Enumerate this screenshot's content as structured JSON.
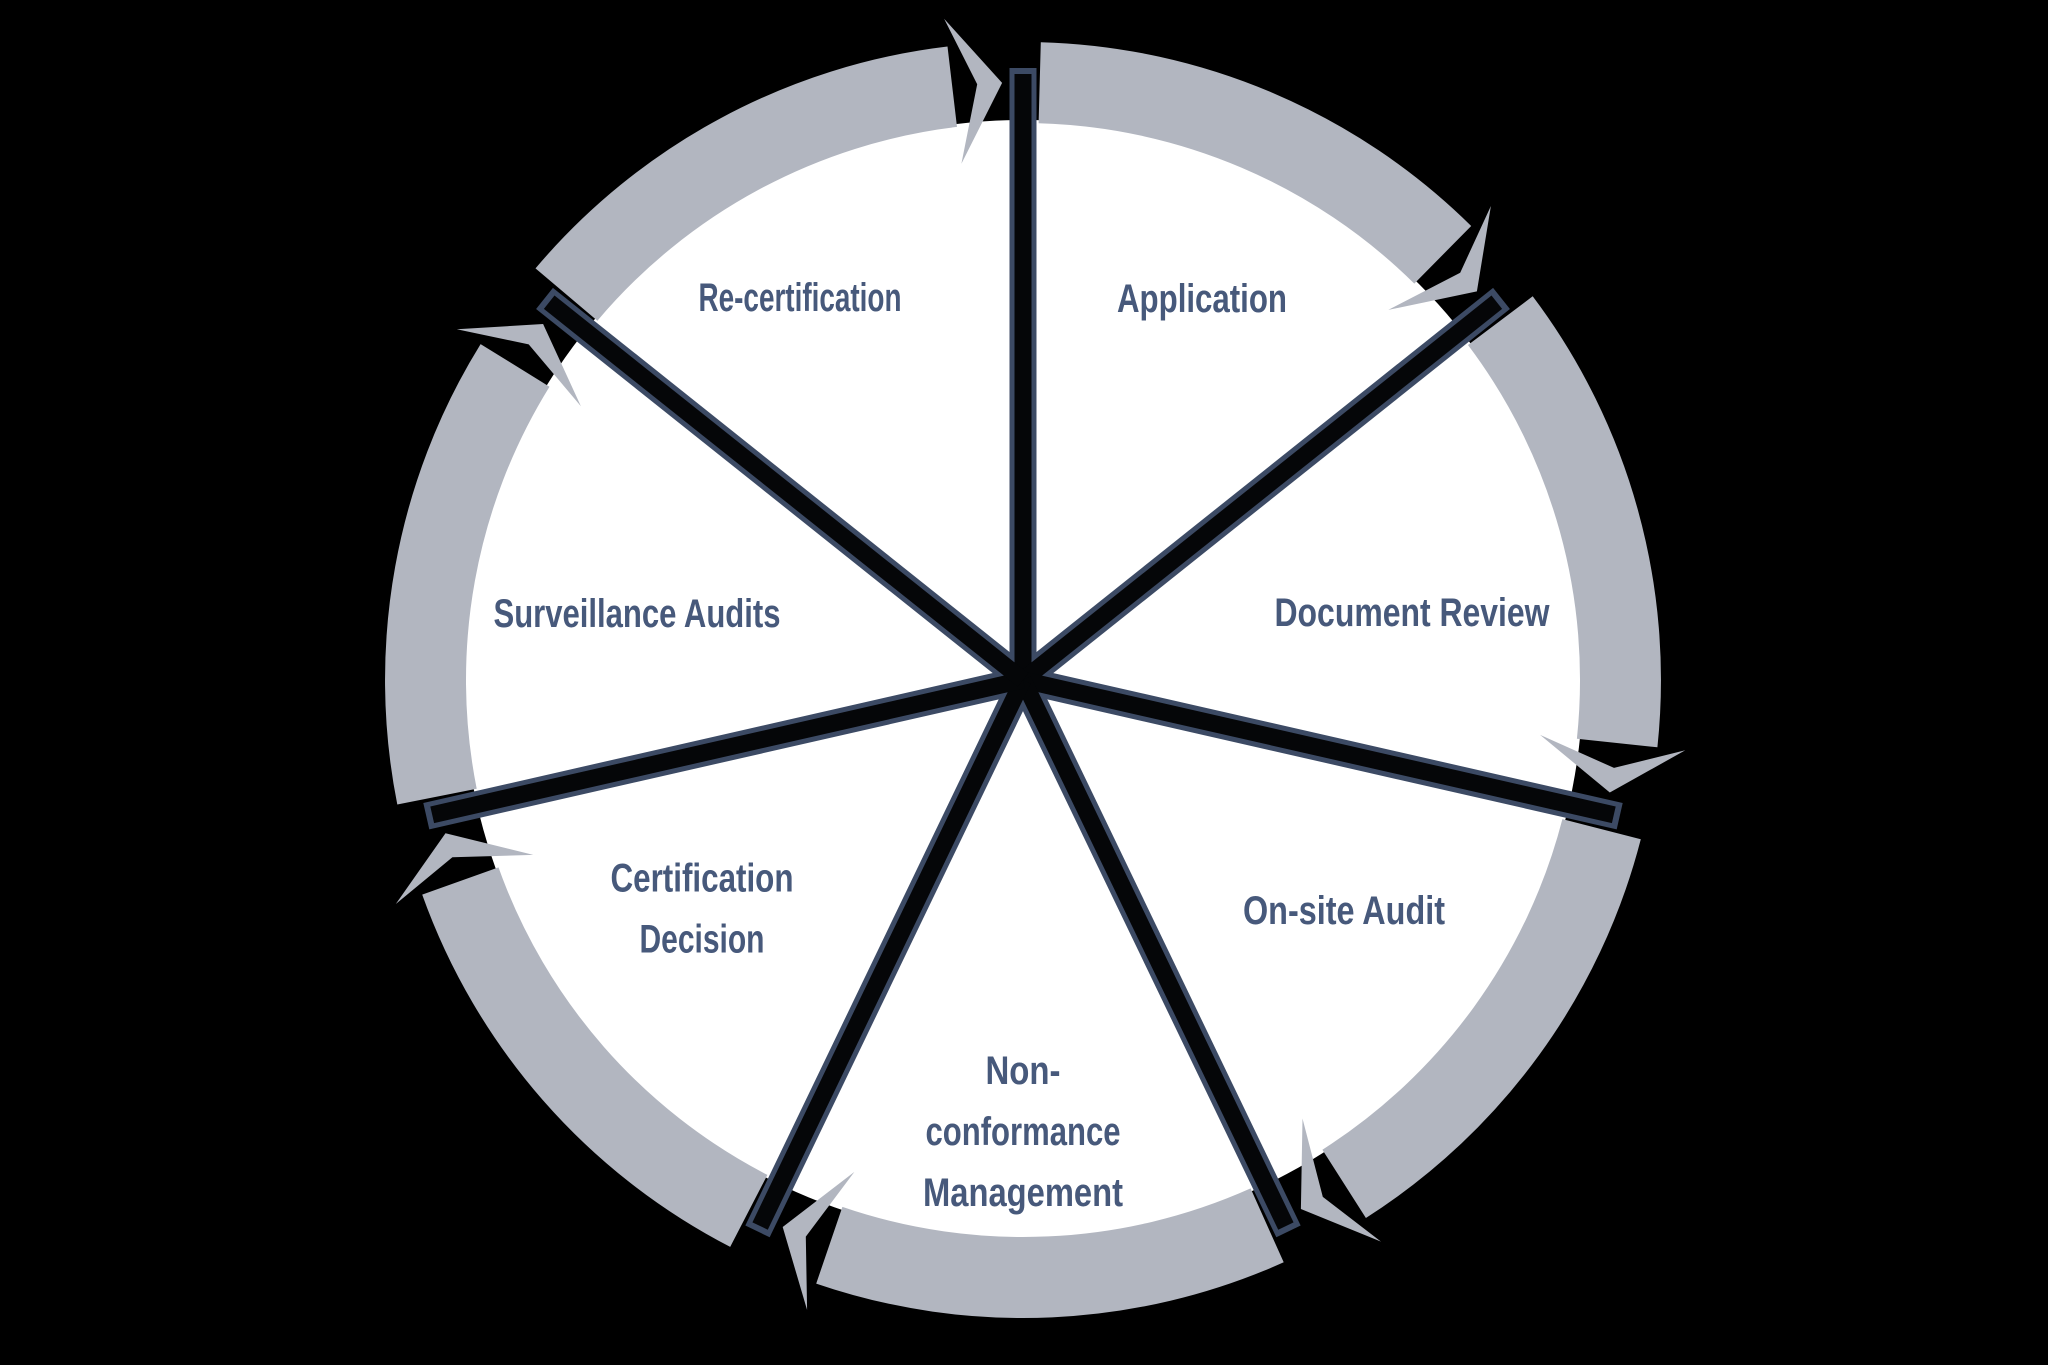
{
  "diagram": {
    "type": "cycle",
    "arrow_direction": "clockwise",
    "segments": [
      {
        "id": "application",
        "label": "Application",
        "lines": [
          "Application"
        ]
      },
      {
        "id": "document-review",
        "label": "Document Review",
        "lines": [
          "Document Review"
        ]
      },
      {
        "id": "on-site-audit",
        "label": "On-site Audit",
        "lines": [
          "On-site Audit"
        ]
      },
      {
        "id": "non-conformance-management",
        "label": "Non-conformance Management",
        "lines": [
          "Non-",
          "conformance",
          "Management"
        ]
      },
      {
        "id": "certification-decision",
        "label": "Certification Decision",
        "lines": [
          "Certification",
          "Decision"
        ]
      },
      {
        "id": "surveillance-audits",
        "label": "Surveillance Audits",
        "lines": [
          "Surveillance Audits"
        ]
      },
      {
        "id": "re-certification",
        "label": "Re-certification",
        "lines": [
          "Re-certification"
        ]
      }
    ],
    "colors": {
      "background": "#000000",
      "wedge": "#ffffff",
      "ring": "#b2b6c0",
      "spoke_fill": "#050608",
      "spoke_stroke": "#3c4a64",
      "label": "#47597b"
    }
  }
}
